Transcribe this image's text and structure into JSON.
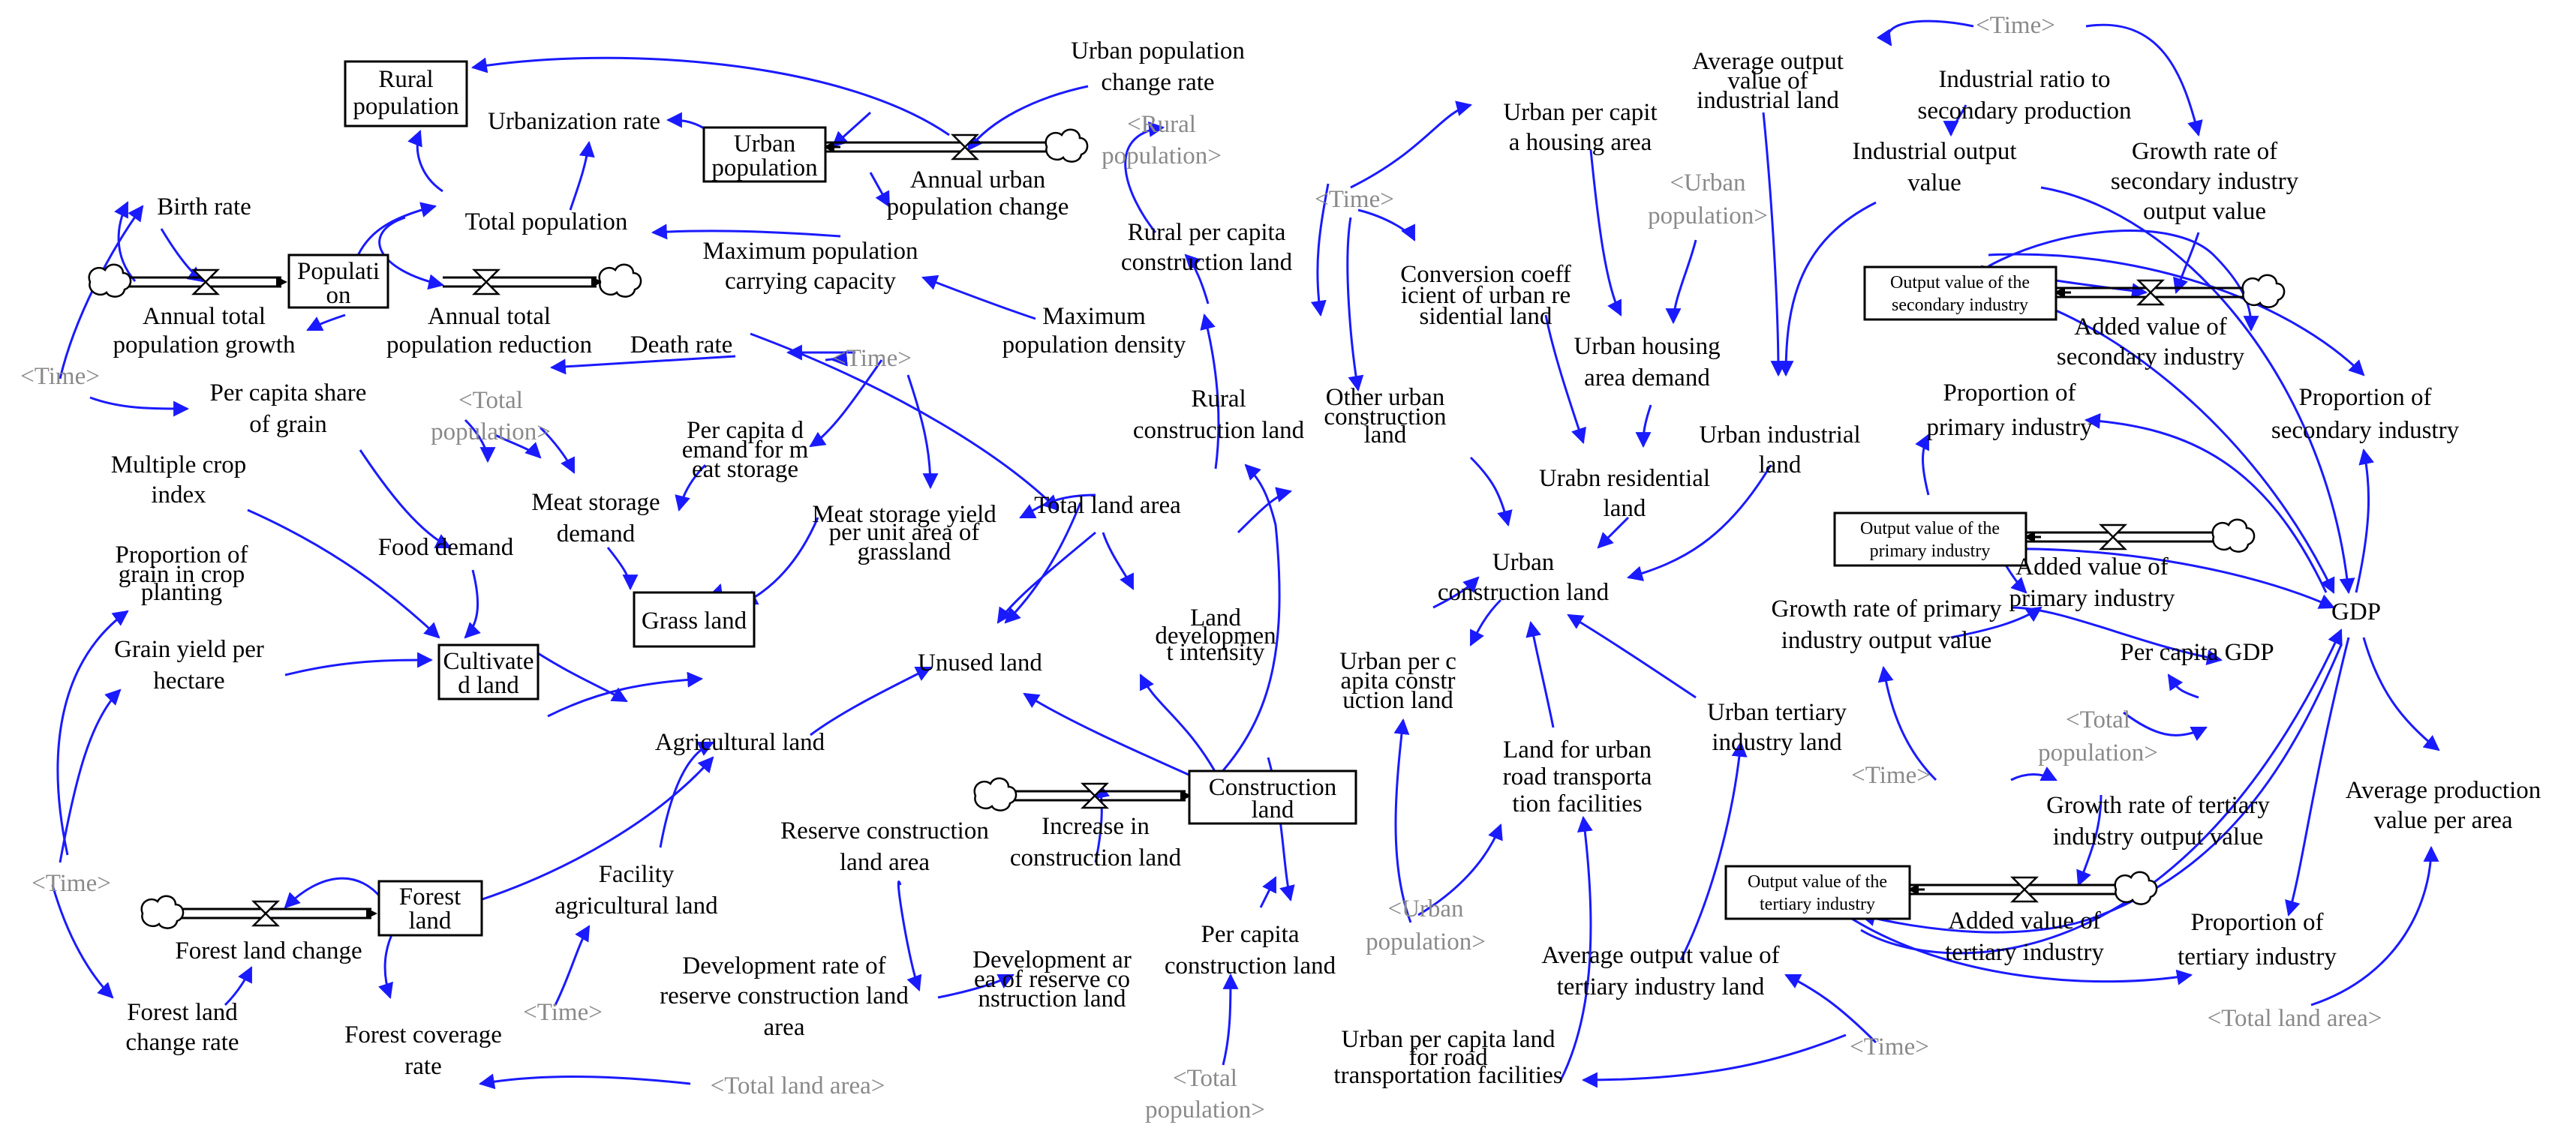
{
  "diagram": {
    "stocks": {
      "rural_population": [
        "Rural",
        "population"
      ],
      "urban_population": [
        "Urban",
        "population"
      ],
      "population": [
        "Populati",
        "on"
      ],
      "cultivated_land": [
        "Cultivate",
        "d land"
      ],
      "grass_land": [
        "Grass land"
      ],
      "forest_land": [
        "Forest",
        "land"
      ],
      "construction_land": [
        "Construction",
        "land"
      ],
      "secondary_output": [
        "Output value of the",
        "secondary industry"
      ],
      "primary_output": [
        "Output value of the",
        "primary industry"
      ],
      "tertiary_output": [
        "Output value of the",
        "tertiary industry"
      ]
    },
    "variables": {
      "urbanization_rate": [
        "Urbanization rate"
      ],
      "annual_urban_pop_change": [
        "Annual urban",
        "population change"
      ],
      "urban_pop_change_rate": [
        "Urban population",
        "change rate"
      ],
      "birth_rate": [
        "Birth rate"
      ],
      "total_population": [
        "Total population"
      ],
      "annual_total_pop_growth": [
        "Annual total",
        "population growth"
      ],
      "annual_total_pop_reduction": [
        "Annual total",
        "population reduction"
      ],
      "max_pop_capacity": [
        "Maximum population",
        "carrying capacity"
      ],
      "max_pop_density": [
        "Maximum",
        "population density"
      ],
      "death_rate": [
        "Death rate"
      ],
      "per_capita_grain": [
        "Per capita share",
        "of grain"
      ],
      "multiple_crop_index": [
        "Multiple crop",
        "index"
      ],
      "food_demand": [
        "Food demand"
      ],
      "per_capita_meat": [
        "Per capita d",
        "emand for m",
        "eat storage"
      ],
      "meat_storage_demand": [
        "Meat storage",
        "demand"
      ],
      "meat_yield_grassland": [
        "Meat storage yield",
        "per unit area of",
        "grassland"
      ],
      "proportion_grain": [
        "Proportion of",
        "grain in crop",
        "planting"
      ],
      "grain_yield": [
        "Grain yield per",
        "hectare"
      ],
      "agricultural_land": [
        "Agricultural land"
      ],
      "unused_land": [
        "Unused land"
      ],
      "total_land_area": [
        "Total land area"
      ],
      "land_dev_intensity": [
        "Land",
        "developmen",
        "t intensity"
      ],
      "facility_agri_land": [
        "Facility",
        "agricultural land"
      ],
      "forest_land_change": [
        "Forest land change"
      ],
      "forest_change_rate": [
        "Forest land",
        "change rate"
      ],
      "forest_coverage": [
        "Forest coverage",
        "rate"
      ],
      "reserve_land_area": [
        "Reserve construction",
        "land area"
      ],
      "dev_rate_reserve": [
        "Development rate of",
        "reserve construction land",
        "area"
      ],
      "dev_area_reserve": [
        "Development ar",
        "ea of reserve co",
        "nstruction land"
      ],
      "increase_construction": [
        "Increase in",
        "construction land"
      ],
      "per_capita_construction": [
        "Per capita",
        "construction land"
      ],
      "rural_per_capita_construction": [
        "Rural per capita",
        "construction land"
      ],
      "rural_construction_land": [
        "Rural",
        "construction land"
      ],
      "other_urban_construction": [
        "Other urban",
        "construction",
        "land"
      ],
      "urban_per_capita_housing": [
        "Urban per capit",
        "a housing area"
      ],
      "conversion_coeff": [
        "Conversion coeff",
        "icient of urban re",
        "sidential land"
      ],
      "urban_housing_demand": [
        "Urban housing",
        "area demand"
      ],
      "urban_residential_land": [
        "Urabn residential",
        "land"
      ],
      "urban_construction_land": [
        "Urban",
        "construction land"
      ],
      "urban_per_capita_construction": [
        "Urban per c",
        "apita constr",
        "uction land"
      ],
      "land_road_transport": [
        "Land for urban",
        "road transporta",
        "tion facilities"
      ],
      "urban_per_capita_road": [
        "Urban per capita land",
        "for road",
        "transportation facilities"
      ],
      "urban_tertiary_land": [
        "Urban tertiary",
        "industry land"
      ],
      "avg_output_tertiary_land": [
        "Average output value of",
        "tertiary industry land"
      ],
      "avg_output_industrial_land": [
        "Average output",
        "value of",
        "industrial land"
      ],
      "industrial_ratio": [
        "Industrial ratio to",
        "secondary production"
      ],
      "industrial_output": [
        "Industrial output",
        "value"
      ],
      "growth_secondary": [
        "Growth rate of",
        "secondary industry",
        "output value"
      ],
      "added_secondary": [
        "Added value of",
        "secondary industry"
      ],
      "urban_industrial_land": [
        "Urban industrial",
        "land"
      ],
      "proportion_primary": [
        "Proportion of",
        "primary industry"
      ],
      "proportion_secondary": [
        "Proportion of",
        "secondary industry"
      ],
      "added_primary": [
        "Added value of",
        "primary industry"
      ],
      "growth_primary": [
        "Growth rate of primary",
        "industry output value"
      ],
      "gdp": [
        "GDP"
      ],
      "per_capita_gdp": [
        "Per capita GDP"
      ],
      "growth_tertiary": [
        "Growth rate of tertiary",
        "industry output value"
      ],
      "added_tertiary": [
        "Added value of",
        "tertiary industry"
      ],
      "avg_production_area": [
        "Average production",
        "value per area"
      ],
      "proportion_tertiary": [
        "Proportion of",
        "tertiary industry"
      ]
    },
    "shadows": {
      "time": "<Time>",
      "rural_population": [
        "<Rural",
        "population>"
      ],
      "urban_population": [
        "<Urban",
        "population>"
      ],
      "total_population": [
        "<Total",
        "population>"
      ],
      "total_land_area": "<Total land area>"
    }
  },
  "colors": {
    "link": "#1a1aff",
    "text": "#000000",
    "shadow_text": "#8a8a8a",
    "stock_border": "#000000"
  }
}
